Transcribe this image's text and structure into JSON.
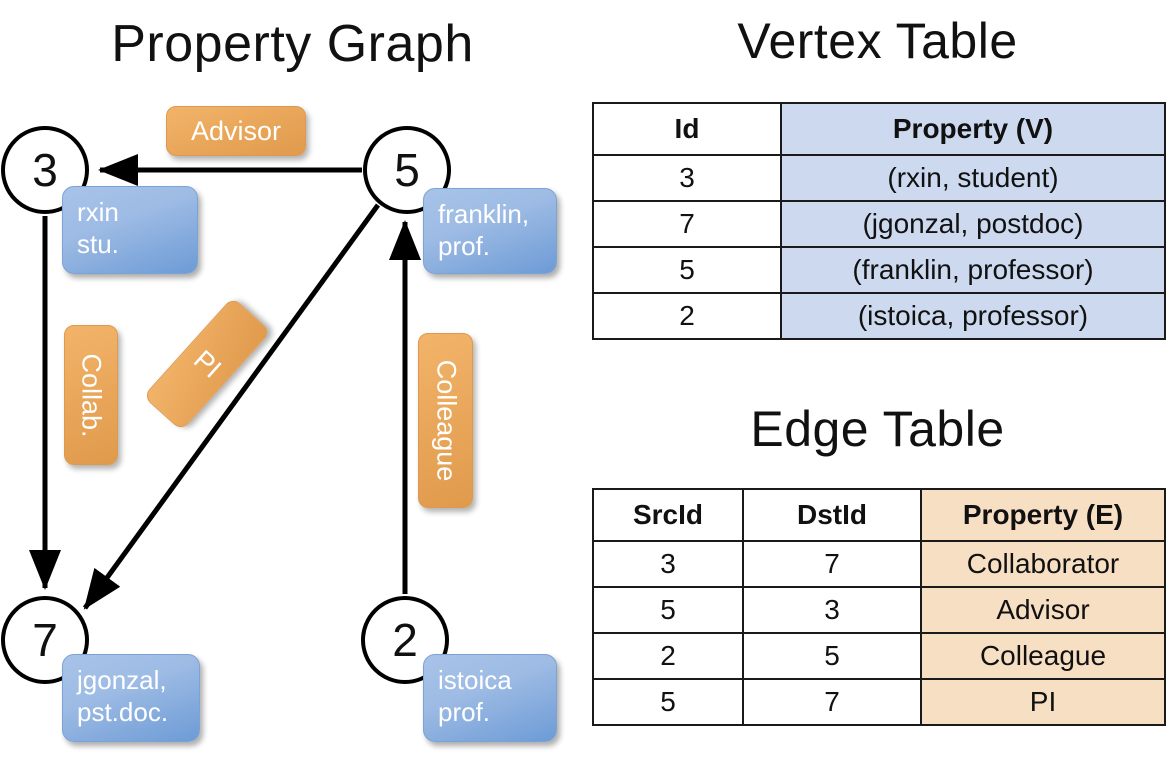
{
  "titles": {
    "property_graph": "Property Graph",
    "vertex_table": "Vertex Table",
    "edge_table": "Edge Table"
  },
  "graph": {
    "nodes": [
      {
        "id": "3",
        "label": "3",
        "property_lines": [
          "rxin",
          "stu."
        ]
      },
      {
        "id": "5",
        "label": "5",
        "property_lines": [
          "franklin,",
          "prof."
        ]
      },
      {
        "id": "7",
        "label": "7",
        "property_lines": [
          "jgonzal,",
          "pst.doc."
        ]
      },
      {
        "id": "2",
        "label": "2",
        "property_lines": [
          "istoica",
          "prof."
        ]
      }
    ],
    "edge_labels": {
      "advisor": "Advisor",
      "collaborator": "Collab.",
      "pi": "PI",
      "colleague": "Colleague"
    },
    "edges": [
      {
        "from": "5",
        "to": "3",
        "label": "Advisor"
      },
      {
        "from": "3",
        "to": "7",
        "label": "Collab."
      },
      {
        "from": "5",
        "to": "7",
        "label": "PI"
      },
      {
        "from": "2",
        "to": "5",
        "label": "Colleague"
      }
    ]
  },
  "vertex_table": {
    "headers": [
      "Id",
      "Property (V)"
    ],
    "rows": [
      [
        "3",
        "(rxin, student)"
      ],
      [
        "7",
        "(jgonzal, postdoc)"
      ],
      [
        "5",
        "(franklin, professor)"
      ],
      [
        "2",
        "(istoica, professor)"
      ]
    ]
  },
  "edge_table": {
    "headers": [
      "SrcId",
      "DstId",
      "Property (E)"
    ],
    "rows": [
      [
        "3",
        "7",
        "Collaborator"
      ],
      [
        "5",
        "3",
        "Advisor"
      ],
      [
        "2",
        "5",
        "Colleague"
      ],
      [
        "5",
        "7",
        "PI"
      ]
    ]
  },
  "colors": {
    "vertex_property_fill": "#ccd9ee",
    "edge_property_fill": "#f7dfc4",
    "node_box_blue": "#8fb3e0",
    "edge_badge_orange": "#eaa85c",
    "stroke": "#000000",
    "background": "#ffffff"
  }
}
